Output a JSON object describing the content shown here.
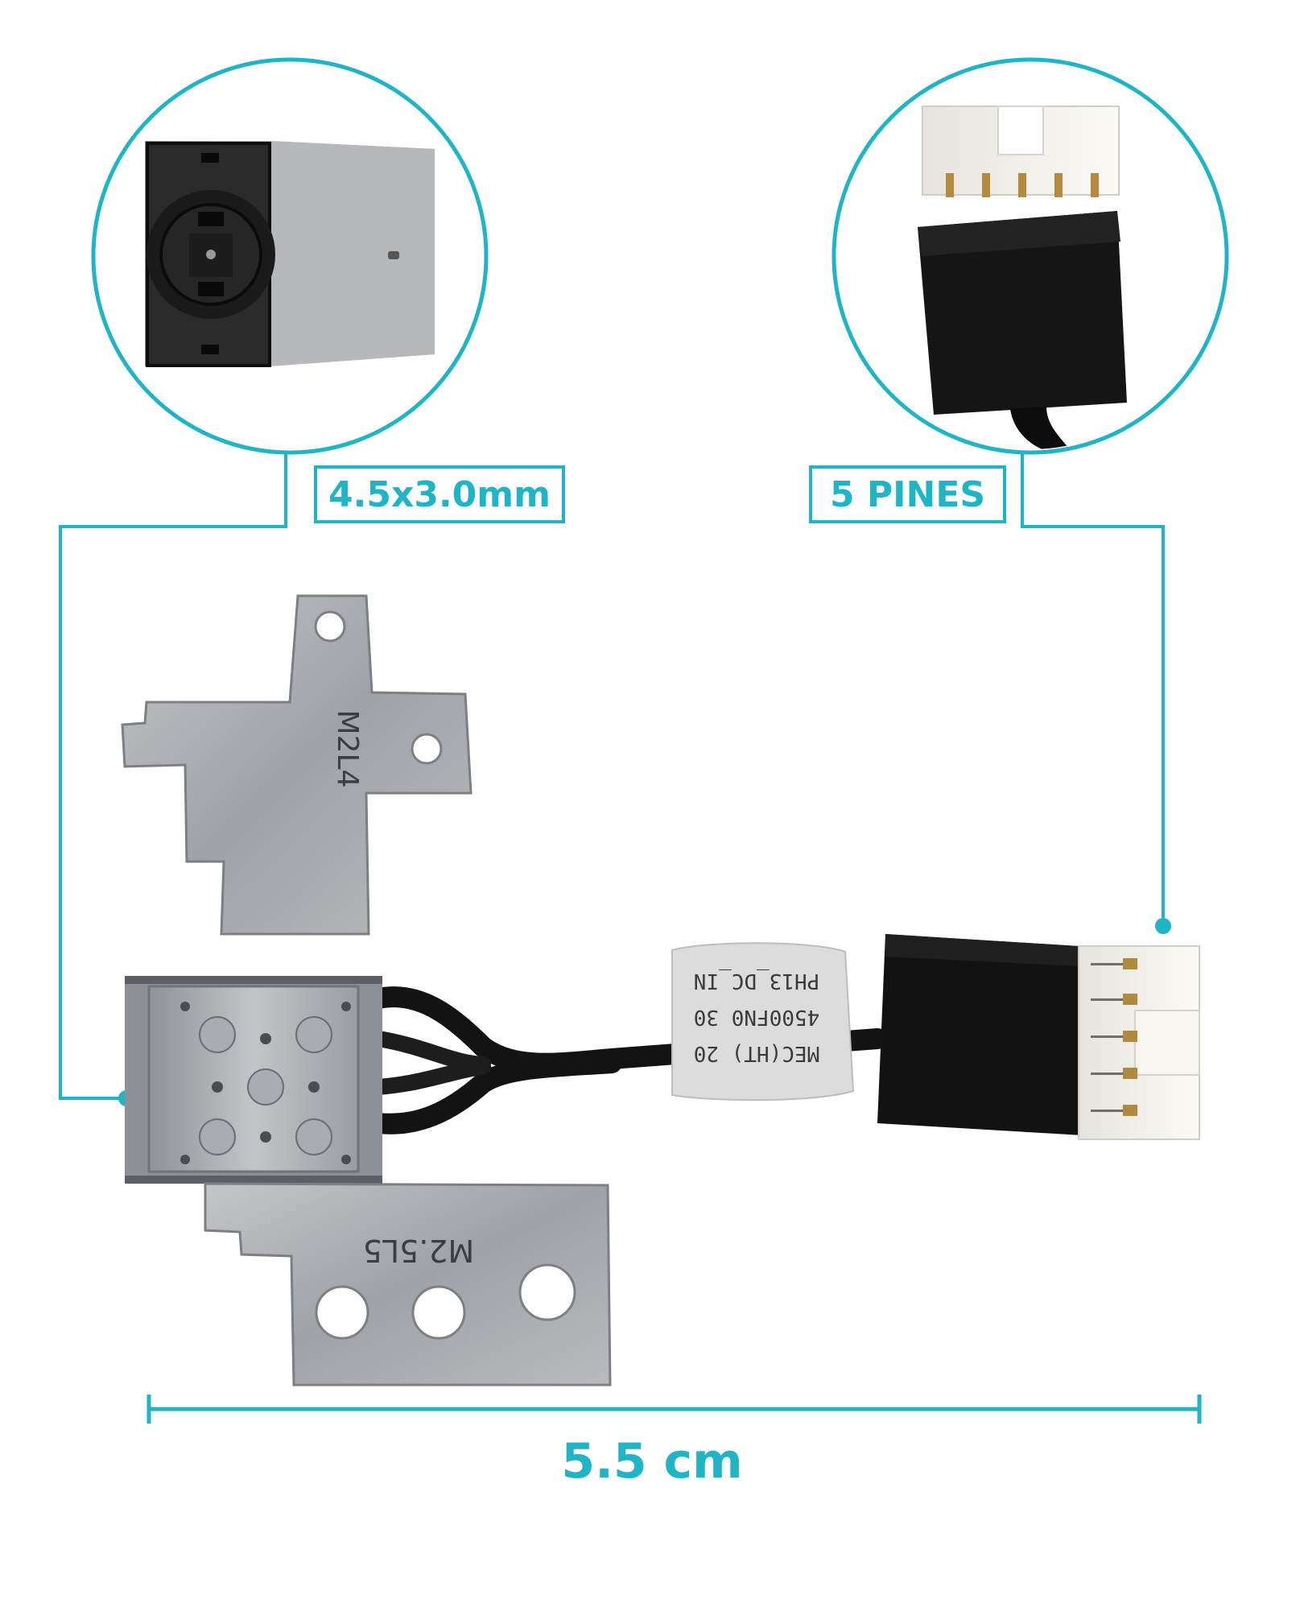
{
  "callouts": {
    "jack_size": "4.5x3.0mm",
    "pin_count": "5 PINES"
  },
  "dimension": {
    "length": "5.5 cm"
  },
  "part": {
    "bracket_top_mark": "M2L4",
    "bracket_bottom_mark": "M2.5L5",
    "cable_label_lines": [
      "PH13_DC_IN",
      "4500FN0 30",
      "MEC(HT) 20"
    ]
  },
  "colors": {
    "accent": "#1fb5c6",
    "metal": "#a9acb0",
    "cable": "#141414",
    "connector": "#f1f0ea"
  }
}
